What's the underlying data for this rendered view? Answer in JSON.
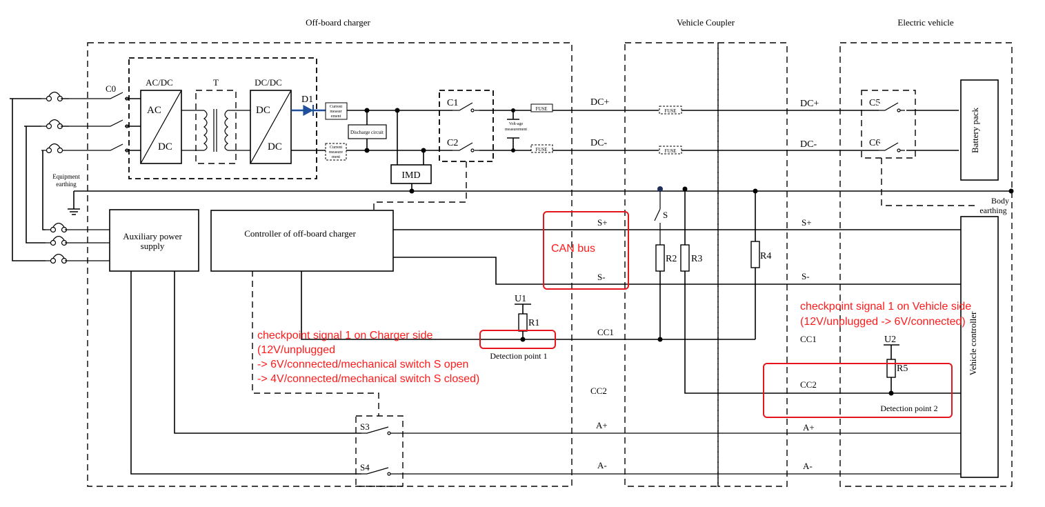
{
  "sections": {
    "charger": "Off-board charger",
    "coupler": "Vehicle Coupler",
    "vehicle": "Electric vehicle"
  },
  "labels": {
    "c0": "C0",
    "acdc": "AC/DC",
    "t": "T",
    "dcdc": "DC/DC",
    "ac": "AC",
    "dc_a": "DC",
    "dc_b": "DC",
    "dc_c": "DC",
    "d1": "D1",
    "current_meas_1": [
      "Current",
      "measur",
      "ement"
    ],
    "current_meas_2": [
      "Current",
      "measure",
      "ment"
    ],
    "discharge": "Discharge circuit",
    "c1": "C1",
    "c2": "C2",
    "imd": "IMD",
    "voltage_meas": [
      "Volt-age",
      "measurement"
    ],
    "fuse": "FUSE",
    "dc_plus": "DC+",
    "dc_minus": "DC-",
    "c5": "C5",
    "c6": "C6",
    "battery": "Battery pack",
    "equipment_earthing": [
      "Equipment",
      "earthing"
    ],
    "body_earthing": [
      "Body",
      "earthing"
    ],
    "aux_power": [
      "Auxiliary power",
      "supply"
    ],
    "controller": "Controller of off-board charger",
    "s_plus": "S+",
    "s_minus": "S-",
    "s": "S",
    "r1": "R1",
    "r2": "R2",
    "r3": "R3",
    "r4": "R4",
    "r5": "R5",
    "u1": "U1",
    "u2": "U2",
    "cc1": "CC1",
    "cc2": "CC2",
    "a_plus": "A+",
    "a_minus": "A-",
    "s3": "S3",
    "s4": "S4",
    "detection1": "Detection point 1",
    "detection2": "Detection point 2",
    "vehicle_controller": "Vehicle controller"
  },
  "annotations": {
    "can_bus": "CAN bus",
    "charger_side": [
      "checkpoint signal 1 on Charger side",
      "(12V/unplugged",
      "-> 6V/connected/mechanical switch S open",
      "-> 4V/connected/mechanical switch S closed)"
    ],
    "vehicle_side": [
      "checkpoint signal 1 on Vehicle side",
      "(12V/unplugged -> 6V/connected)"
    ]
  },
  "colors": {
    "annotation": "#ff1a1a",
    "diode": "#1f4e9c"
  }
}
